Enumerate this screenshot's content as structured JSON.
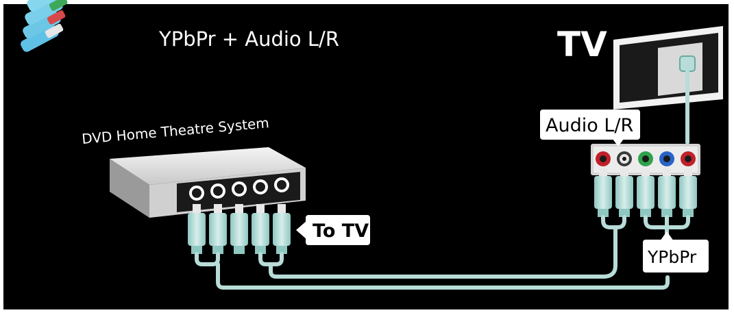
{
  "header": {
    "title": "YPbPr + Audio L/R"
  },
  "tv": {
    "label": "TV"
  },
  "device": {
    "label": "DVD Home Theatre System"
  },
  "callouts": {
    "to_tv": "To TV",
    "audio_lr": "Audio L/R",
    "ypbpr": "YPbPr"
  },
  "colors": {
    "background": "#000000",
    "cable": "#b8dcd8",
    "jack_red": "#c0202a",
    "jack_white": "#e8e8e8",
    "jack_green": "#2fa24a",
    "jack_blue": "#2a63c8",
    "label_bg": "#ffffff"
  }
}
